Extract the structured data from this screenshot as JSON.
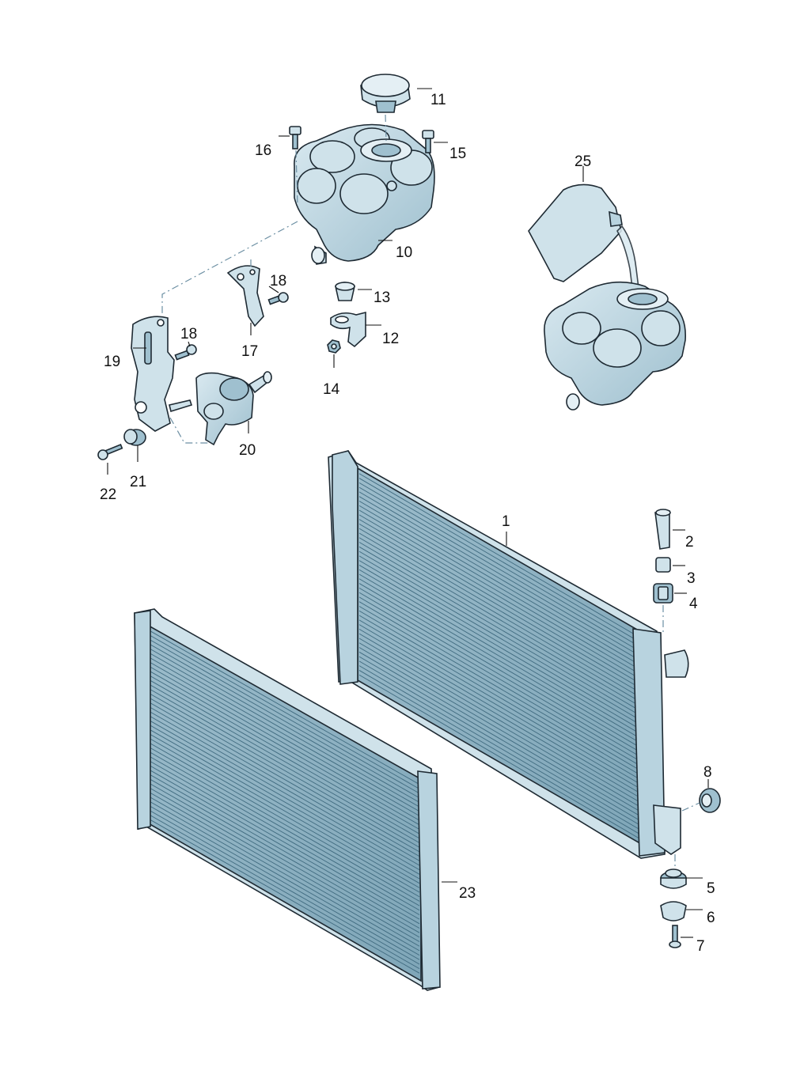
{
  "figure": {
    "colors": {
      "part_fill": "#b8d3df",
      "part_fill_dark": "#8fb3c4",
      "part_fill_light": "#d9e9f0",
      "outline": "#1e2a33",
      "label": "#111111"
    }
  },
  "labels": {
    "p1": "1",
    "p2": "2",
    "p3": "3",
    "p4": "4",
    "p5": "5",
    "p6": "6",
    "p7": "7",
    "p8": "8",
    "p10": "10",
    "p11": "11",
    "p12": "12",
    "p13": "13",
    "p14": "14",
    "p15": "15",
    "p16": "16",
    "p17": "17",
    "p18a": "18",
    "p18b": "18",
    "p19": "19",
    "p20": "20",
    "p21": "21",
    "p22": "22",
    "p23": "23",
    "p25": "25"
  }
}
